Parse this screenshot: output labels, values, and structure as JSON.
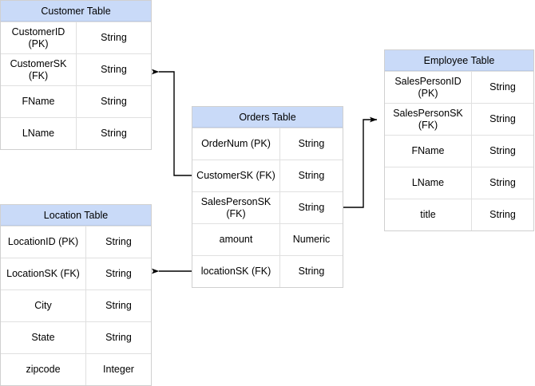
{
  "diagram": {
    "title": "Star schema entity relationship diagram",
    "type": "er-diagram",
    "header_fill": "#c9daf8",
    "border_color": "#d0d0d0",
    "line_color": "#000000",
    "background": "#ffffff"
  },
  "tables": {
    "customer": {
      "title": "Customer Table",
      "rows": [
        {
          "name": "CustomerID (PK)",
          "type": "String"
        },
        {
          "name": "CustomerSK\n(FK)",
          "type": "String"
        },
        {
          "name": "FName",
          "type": "String"
        },
        {
          "name": "LName",
          "type": "String"
        }
      ]
    },
    "location": {
      "title": "Location Table",
      "rows": [
        {
          "name": "LocationID (PK)",
          "type": "String"
        },
        {
          "name": "LocationSK (FK)",
          "type": "String"
        },
        {
          "name": "City",
          "type": "String"
        },
        {
          "name": "State",
          "type": "String"
        },
        {
          "name": "zipcode",
          "type": "Integer"
        }
      ]
    },
    "orders": {
      "title": "Orders Table",
      "rows": [
        {
          "name": "OrderNum (PK)",
          "type": "String"
        },
        {
          "name": "CustomerSK (FK)",
          "type": "String"
        },
        {
          "name": "SalesPersonSK\n(FK)",
          "type": "String"
        },
        {
          "name": "amount",
          "type": "Numeric"
        },
        {
          "name": "locationSK (FK)",
          "type": "String"
        }
      ]
    },
    "employee": {
      "title": "Employee Table",
      "rows": [
        {
          "name": "SalesPersonID (PK)",
          "type": "String"
        },
        {
          "name": "SalesPersonSK\n(FK)",
          "type": "String"
        },
        {
          "name": "FName",
          "type": "String"
        },
        {
          "name": "LName",
          "type": "String"
        },
        {
          "name": "title",
          "type": "String"
        }
      ]
    }
  },
  "relationships": [
    {
      "id": "orders-customer",
      "from": "orders.CustomerSK (FK)",
      "to": "customer.CustomerSK (FK)",
      "arrow": "left"
    },
    {
      "id": "orders-employee",
      "from": "orders.SalesPersonSK (FK)",
      "to": "employee.SalesPersonSK (FK)",
      "arrow": "right"
    },
    {
      "id": "orders-location",
      "from": "orders.locationSK (FK)",
      "to": "location.LocationSK (FK)",
      "arrow": "left"
    }
  ]
}
